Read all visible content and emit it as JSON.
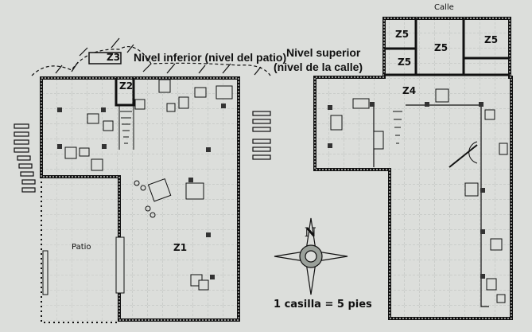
{
  "lower_level": {
    "title": "Nivel inferior (nivel del patio)",
    "zones": {
      "z1": "Z1",
      "z2": "Z2",
      "z3": "Z3"
    },
    "patio_label": "Patio"
  },
  "upper_level": {
    "title_line1": "Nivel superior",
    "title_line2": "(nivel de la calle)",
    "street_label": "Calle",
    "zones": {
      "z4": "Z4",
      "z5a": "Z5",
      "z5b": "Z5",
      "z5c": "Z5",
      "z5d": "Z5"
    }
  },
  "compass": {
    "north_label": "N"
  },
  "scale": {
    "text": "1 casilla = 5 pies"
  },
  "colors": {
    "paper": "#dcdedb",
    "ink": "#111111",
    "grid": "#b9bcb8"
  }
}
